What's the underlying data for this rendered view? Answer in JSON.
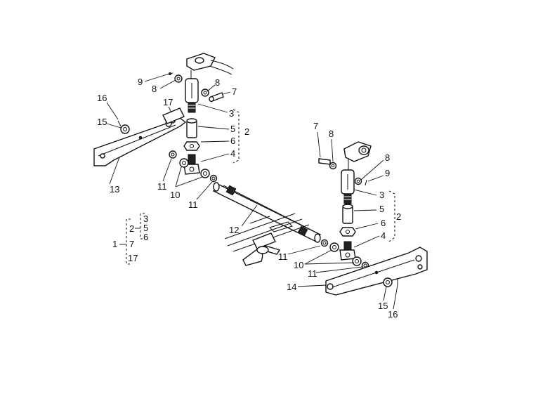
{
  "callouts": {
    "left": {
      "n9": "9",
      "n8a": "8",
      "n8b": "8",
      "n7": "7",
      "n16": "16",
      "n17": "17",
      "n15": "15",
      "n3": "3",
      "n5": "5",
      "n2": "2",
      "n6": "6",
      "n4": "4",
      "n13": "13",
      "n11a": "11",
      "n10": "10",
      "n11b": "11"
    },
    "center": {
      "n12": "12",
      "n11": "11"
    },
    "right": {
      "n7": "7",
      "n8a": "8",
      "n8b": "8",
      "n9": "9",
      "n3": "3",
      "n5": "5",
      "n2": "2",
      "n6": "6",
      "n4": "4",
      "n10": "10",
      "n11": "11",
      "n14": "14",
      "n15": "15",
      "n16": "16"
    },
    "legend": {
      "n1": "1",
      "n2": "2",
      "n7": "7",
      "n17": "17",
      "n3": "3",
      "n5": "5",
      "n6": "6"
    }
  }
}
